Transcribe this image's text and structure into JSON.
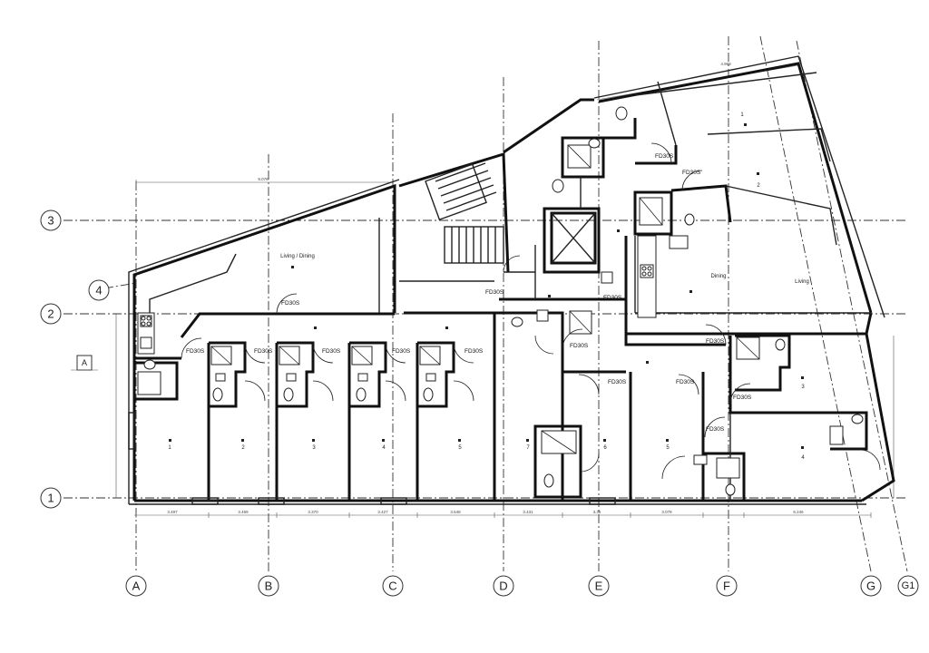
{
  "grid_columns": [
    "A",
    "B",
    "C",
    "D",
    "E",
    "F",
    "G",
    "G1"
  ],
  "grid_rows": [
    "1",
    "2",
    "3",
    "4"
  ],
  "section_marker": "A",
  "rooms": {
    "living_dining": "Living / Dining",
    "dining": "Dining",
    "living": "Living",
    "u1": "1",
    "u2": "2",
    "u3": "3",
    "u4": "4",
    "u5": "5",
    "u7": "7",
    "u6": "6",
    "u5b": "5",
    "u4b": "4",
    "u3b": "3",
    "t1": "1",
    "t2": "2"
  },
  "fire_doors": {
    "label": "FD30S"
  }
}
